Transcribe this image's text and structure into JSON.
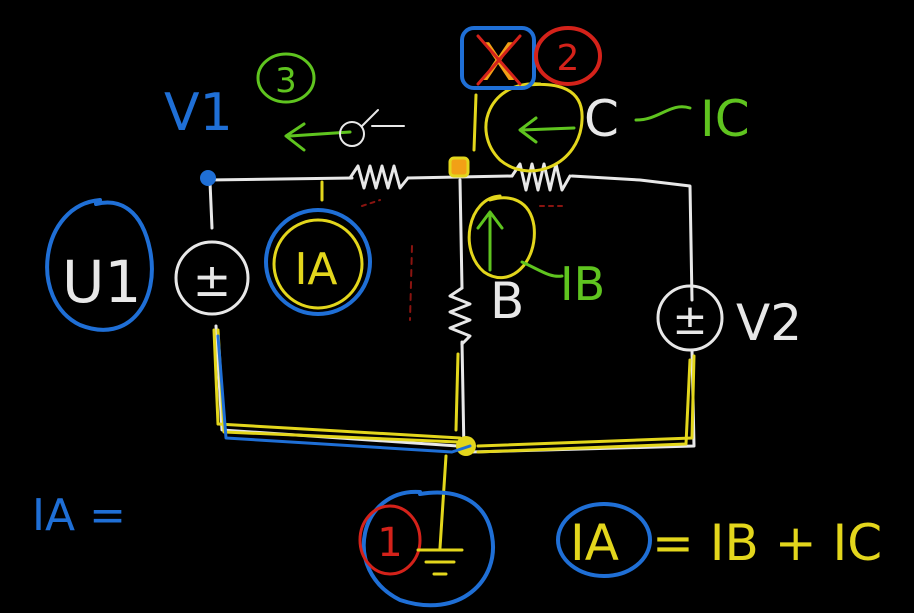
{
  "colors": {
    "background": "#000000",
    "wire": "#e8e8e8",
    "blue": "#1f6fd6",
    "green": "#5fc41f",
    "yellow": "#e3d61c",
    "red": "#d4221a",
    "orange": "#f2a016"
  },
  "labels": {
    "v1": "V1",
    "v2": "V2",
    "u1": "U1",
    "ia_circle": "IA",
    "ic": "IC",
    "ib": "IB",
    "b": "B",
    "c": "C",
    "node_three": "3",
    "node_two": "2",
    "node_one": "1",
    "ia_eq_left": "IA =",
    "eq_ia": "IA",
    "eq_rest": "= IB + IC",
    "plus_minus": "±",
    "x_mark": "X"
  }
}
